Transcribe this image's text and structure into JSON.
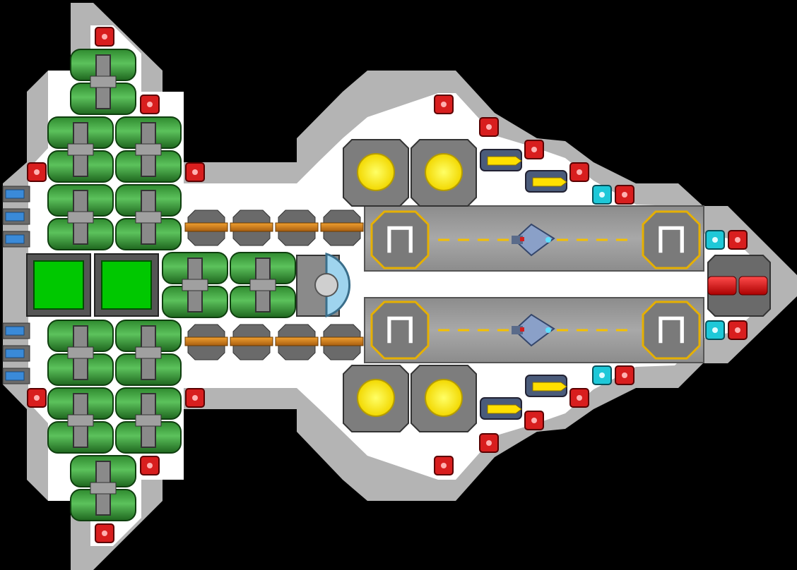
{
  "scene": {
    "title": "",
    "colors": {
      "background": "#000000",
      "hull_outer": "#b4b4b4",
      "hull_inner": "#ffffff",
      "fuel_green": "#3aa33a",
      "fuel_green_dark": "#1f6e1f",
      "bay_gray": "#9a9a9a",
      "lane_dash": "#f5c000",
      "core_yellow": "#ffef00",
      "weapon_orange": "#e0901a",
      "light_red": "#d81e1e",
      "light_cyan": "#1ec8d8",
      "vent_blue": "#3a8ad8"
    },
    "hangar_bays": [
      {
        "id": "upper",
        "pad_glyph": "ㄇ"
      },
      {
        "id": "lower",
        "pad_glyph": "ㄇ"
      }
    ],
    "parked_fighters": 2,
    "reactor_cores": 4,
    "turret_count": 8,
    "green_hatches": 2,
    "wing_pods": 4
  }
}
